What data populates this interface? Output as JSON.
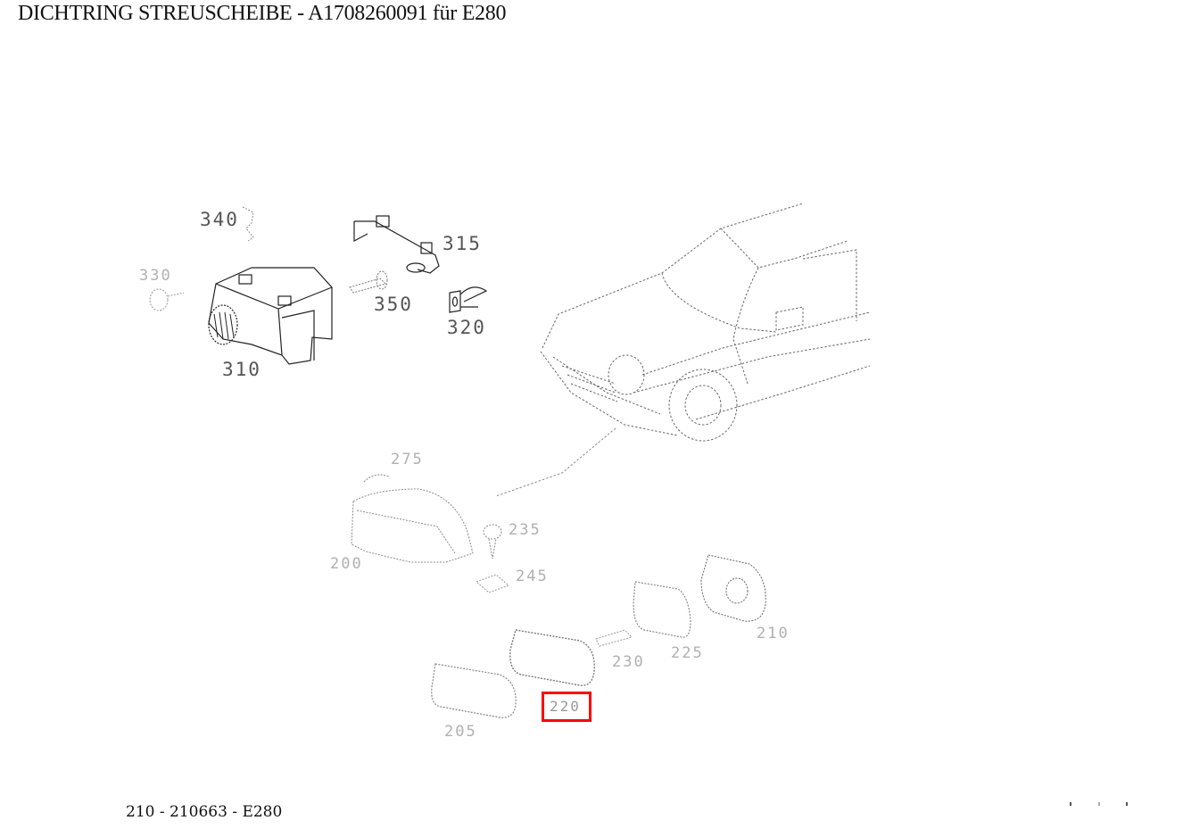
{
  "header": {
    "title": "DICHTRING STREUSCHEIBE - A1708260091 für E280"
  },
  "footer": {
    "reference": "210 - 210663 - E280"
  },
  "diagram": {
    "type": "exploded-parts-diagram",
    "subject": "fog lamp / headlamp assembly, Mercedes E-Class (W210)",
    "highlighted_part": "220",
    "highlight_color": "#ff0000",
    "labels": {
      "p340": "340",
      "p315": "315",
      "p330": "330",
      "p350": "350",
      "p320": "320",
      "p310": "310",
      "p275": "275",
      "p235": "235",
      "p200": "200",
      "p245": "245",
      "p210": "210",
      "p225": "225",
      "p230": "230",
      "p220": "220",
      "p205": "205"
    }
  }
}
